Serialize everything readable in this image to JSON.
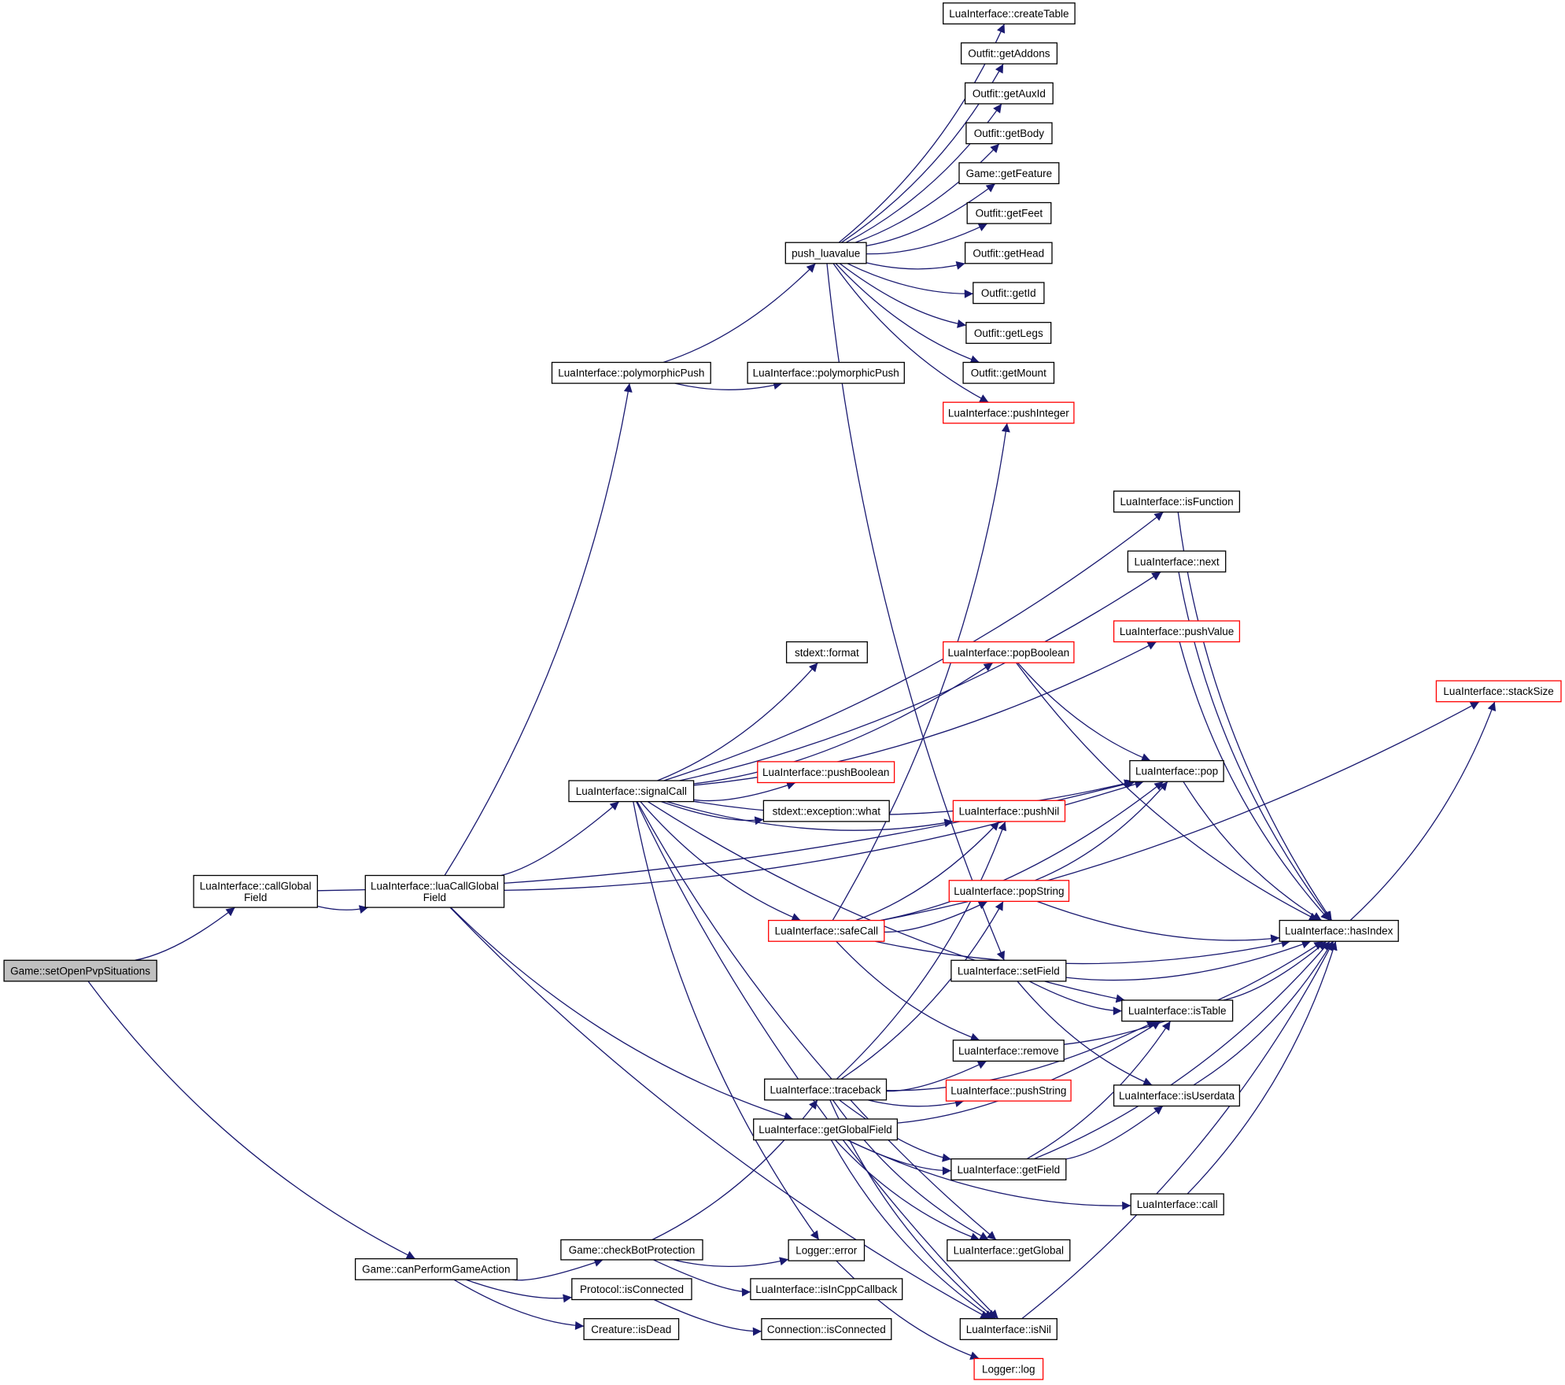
{
  "colors": {
    "edge": "#191970",
    "box_border": "#000000",
    "truncated_border": "#ff0000",
    "root_fill": "#c0c0c0",
    "background": "#ffffff"
  },
  "nodes": [
    {
      "id": "setOpenPvpSituations",
      "label": [
        "Game::setOpenPvpSituations"
      ],
      "style": "root"
    },
    {
      "id": "callGlobalField",
      "label": [
        "LuaInterface::callGlobal",
        "Field"
      ]
    },
    {
      "id": "luaCallGlobalField",
      "label": [
        "LuaInterface::luaCallGlobal",
        "Field"
      ]
    },
    {
      "id": "canPerformGameAction",
      "label": [
        "Game::canPerformGameAction"
      ]
    },
    {
      "id": "polymorphicPush1",
      "label": [
        "LuaInterface::polymorphicPush"
      ]
    },
    {
      "id": "polymorphicPush2",
      "label": [
        "LuaInterface::polymorphicPush"
      ]
    },
    {
      "id": "push_luavalue",
      "label": [
        "push_luavalue"
      ]
    },
    {
      "id": "signalCall",
      "label": [
        "LuaInterface::signalCall"
      ]
    },
    {
      "id": "checkBotProtection",
      "label": [
        "Game::checkBotProtection"
      ]
    },
    {
      "id": "protocolIsConnected",
      "label": [
        "Protocol::isConnected"
      ]
    },
    {
      "id": "creatureIsDead",
      "label": [
        "Creature::isDead"
      ]
    },
    {
      "id": "createTable",
      "label": [
        "LuaInterface::createTable"
      ]
    },
    {
      "id": "getAddons",
      "label": [
        "Outfit::getAddons"
      ]
    },
    {
      "id": "getAuxId",
      "label": [
        "Outfit::getAuxId"
      ]
    },
    {
      "id": "getBody",
      "label": [
        "Outfit::getBody"
      ]
    },
    {
      "id": "getFeature",
      "label": [
        "Game::getFeature"
      ]
    },
    {
      "id": "getFeet",
      "label": [
        "Outfit::getFeet"
      ]
    },
    {
      "id": "getHead",
      "label": [
        "Outfit::getHead"
      ]
    },
    {
      "id": "getId",
      "label": [
        "Outfit::getId"
      ]
    },
    {
      "id": "getLegs",
      "label": [
        "Outfit::getLegs"
      ]
    },
    {
      "id": "getMount",
      "label": [
        "Outfit::getMount"
      ]
    },
    {
      "id": "pushInteger",
      "label": [
        "LuaInterface::pushInteger"
      ],
      "style": "truncated"
    },
    {
      "id": "stdextFormat",
      "label": [
        "stdext::format"
      ]
    },
    {
      "id": "popBoolean",
      "label": [
        "LuaInterface::popBoolean"
      ],
      "style": "truncated"
    },
    {
      "id": "pushBoolean",
      "label": [
        "LuaInterface::pushBoolean"
      ],
      "style": "truncated"
    },
    {
      "id": "exceptionWhat",
      "label": [
        "stdext::exception::what"
      ]
    },
    {
      "id": "pushNil",
      "label": [
        "LuaInterface::pushNil"
      ],
      "style": "truncated"
    },
    {
      "id": "safeCall",
      "label": [
        "LuaInterface::safeCall"
      ],
      "style": "truncated"
    },
    {
      "id": "popString",
      "label": [
        "LuaInterface::popString"
      ],
      "style": "truncated"
    },
    {
      "id": "setField",
      "label": [
        "LuaInterface::setField"
      ]
    },
    {
      "id": "remove",
      "label": [
        "LuaInterface::remove"
      ]
    },
    {
      "id": "traceback",
      "label": [
        "LuaInterface::traceback"
      ]
    },
    {
      "id": "pushString",
      "label": [
        "LuaInterface::pushString"
      ],
      "style": "truncated"
    },
    {
      "id": "getGlobalField",
      "label": [
        "LuaInterface::getGlobalField"
      ]
    },
    {
      "id": "getField",
      "label": [
        "LuaInterface::getField"
      ]
    },
    {
      "id": "getGlobal",
      "label": [
        "LuaInterface::getGlobal"
      ]
    },
    {
      "id": "loggerError",
      "label": [
        "Logger::error"
      ]
    },
    {
      "id": "isInCppCallback",
      "label": [
        "LuaInterface::isInCppCallback"
      ]
    },
    {
      "id": "connectionIsConnected",
      "label": [
        "Connection::isConnected"
      ]
    },
    {
      "id": "isNil",
      "label": [
        "LuaInterface::isNil"
      ]
    },
    {
      "id": "loggerLog",
      "label": [
        "Logger::log"
      ],
      "style": "truncated"
    },
    {
      "id": "isFunction",
      "label": [
        "LuaInterface::isFunction"
      ]
    },
    {
      "id": "next",
      "label": [
        "LuaInterface::next"
      ]
    },
    {
      "id": "pushValue",
      "label": [
        "LuaInterface::pushValue"
      ],
      "style": "truncated"
    },
    {
      "id": "pop",
      "label": [
        "LuaInterface::pop"
      ]
    },
    {
      "id": "isTable",
      "label": [
        "LuaInterface::isTable"
      ]
    },
    {
      "id": "isUserdata",
      "label": [
        "LuaInterface::isUserdata"
      ]
    },
    {
      "id": "call",
      "label": [
        "LuaInterface::call"
      ]
    },
    {
      "id": "hasIndex",
      "label": [
        "LuaInterface::hasIndex"
      ]
    },
    {
      "id": "stackSize",
      "label": [
        "LuaInterface::stackSize"
      ],
      "style": "truncated"
    }
  ],
  "edges": [
    [
      "setOpenPvpSituations",
      "callGlobalField"
    ],
    [
      "setOpenPvpSituations",
      "canPerformGameAction"
    ],
    [
      "callGlobalField",
      "luaCallGlobalField"
    ],
    [
      "callGlobalField",
      "pop"
    ],
    [
      "luaCallGlobalField",
      "polymorphicPush1"
    ],
    [
      "luaCallGlobalField",
      "signalCall"
    ],
    [
      "luaCallGlobalField",
      "pop"
    ],
    [
      "luaCallGlobalField",
      "getGlobalField"
    ],
    [
      "luaCallGlobalField",
      "isNil"
    ],
    [
      "polymorphicPush1",
      "polymorphicPush2"
    ],
    [
      "polymorphicPush1",
      "push_luavalue"
    ],
    [
      "push_luavalue",
      "createTable"
    ],
    [
      "push_luavalue",
      "getAddons"
    ],
    [
      "push_luavalue",
      "getAuxId"
    ],
    [
      "push_luavalue",
      "getBody"
    ],
    [
      "push_luavalue",
      "getFeature"
    ],
    [
      "push_luavalue",
      "getFeet"
    ],
    [
      "push_luavalue",
      "getHead"
    ],
    [
      "push_luavalue",
      "getId"
    ],
    [
      "push_luavalue",
      "getLegs"
    ],
    [
      "push_luavalue",
      "getMount"
    ],
    [
      "push_luavalue",
      "pushInteger"
    ],
    [
      "push_luavalue",
      "setField"
    ],
    [
      "signalCall",
      "isFunction"
    ],
    [
      "signalCall",
      "next"
    ],
    [
      "signalCall",
      "pushValue"
    ],
    [
      "signalCall",
      "stdextFormat"
    ],
    [
      "signalCall",
      "popBoolean"
    ],
    [
      "signalCall",
      "pop"
    ],
    [
      "signalCall",
      "pushBoolean"
    ],
    [
      "signalCall",
      "exceptionWhat"
    ],
    [
      "signalCall",
      "pushNil"
    ],
    [
      "signalCall",
      "safeCall"
    ],
    [
      "signalCall",
      "isTable"
    ],
    [
      "signalCall",
      "loggerError"
    ],
    [
      "signalCall",
      "isNil"
    ],
    [
      "signalCall",
      "getGlobal"
    ],
    [
      "canPerformGameAction",
      "checkBotProtection"
    ],
    [
      "canPerformGameAction",
      "protocolIsConnected"
    ],
    [
      "canPerformGameAction",
      "creatureIsDead"
    ],
    [
      "checkBotProtection",
      "loggerError"
    ],
    [
      "checkBotProtection",
      "isInCppCallback"
    ],
    [
      "checkBotProtection",
      "traceback"
    ],
    [
      "protocolIsConnected",
      "connectionIsConnected"
    ],
    [
      "safeCall",
      "stackSize"
    ],
    [
      "safeCall",
      "pushInteger"
    ],
    [
      "safeCall",
      "pushNil"
    ],
    [
      "safeCall",
      "popString"
    ],
    [
      "safeCall",
      "pop"
    ],
    [
      "safeCall",
      "hasIndex"
    ],
    [
      "safeCall",
      "remove"
    ],
    [
      "traceback",
      "pushNil"
    ],
    [
      "traceback",
      "popString"
    ],
    [
      "traceback",
      "remove"
    ],
    [
      "traceback",
      "pushString"
    ],
    [
      "traceback",
      "getField"
    ],
    [
      "traceback",
      "isTable"
    ],
    [
      "traceback",
      "isNil"
    ],
    [
      "traceback",
      "getGlobal"
    ],
    [
      "getGlobalField",
      "isTable"
    ],
    [
      "getGlobalField",
      "getField"
    ],
    [
      "getGlobalField",
      "call"
    ],
    [
      "getGlobalField",
      "getGlobal"
    ],
    [
      "getGlobalField",
      "isNil"
    ],
    [
      "popBoolean",
      "pop"
    ],
    [
      "popBoolean",
      "hasIndex"
    ],
    [
      "popString",
      "pop"
    ],
    [
      "popString",
      "hasIndex"
    ],
    [
      "setField",
      "isTable"
    ],
    [
      "setField",
      "isUserdata"
    ],
    [
      "setField",
      "hasIndex"
    ],
    [
      "remove",
      "hasIndex"
    ],
    [
      "getField",
      "isTable"
    ],
    [
      "getField",
      "isUserdata"
    ],
    [
      "getField",
      "hasIndex"
    ],
    [
      "isFunction",
      "hasIndex"
    ],
    [
      "next",
      "hasIndex"
    ],
    [
      "pushValue",
      "hasIndex"
    ],
    [
      "pop",
      "hasIndex"
    ],
    [
      "isTable",
      "hasIndex"
    ],
    [
      "isUserdata",
      "hasIndex"
    ],
    [
      "call",
      "hasIndex"
    ],
    [
      "isNil",
      "hasIndex"
    ],
    [
      "hasIndex",
      "stackSize"
    ],
    [
      "loggerError",
      "loggerLog"
    ]
  ]
}
